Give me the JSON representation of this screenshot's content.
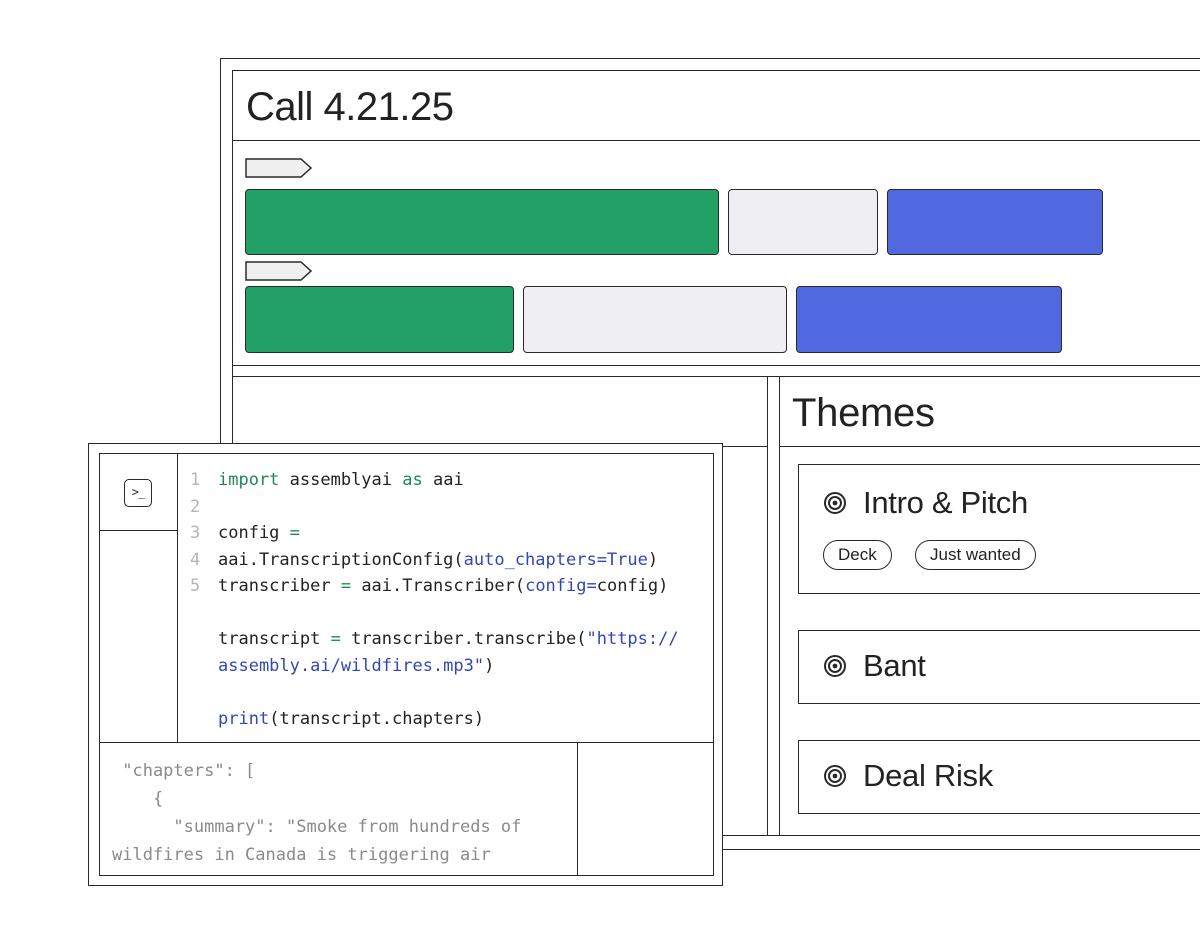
{
  "call": {
    "title": "Call 4.21.25"
  },
  "themes": {
    "title": "Themes",
    "items": [
      {
        "label": "Intro & Pitch",
        "icon": "target-icon",
        "chips": [
          "Deck",
          "Just wanted"
        ]
      },
      {
        "label": "Bant",
        "icon": "target-icon",
        "chips": []
      },
      {
        "label": "Deal Risk",
        "icon": "target-icon",
        "chips": []
      }
    ]
  },
  "timeline": {
    "colors": {
      "green": "#22a066",
      "gray": "#efeff3",
      "blue": "#5069e0"
    }
  },
  "code": {
    "terminal_icon": "terminal-icon",
    "line_numbers": [
      "1",
      "2",
      "3",
      "4",
      "5"
    ],
    "lines": {
      "l1_kw1": "import",
      "l1_mod": " assemblyai ",
      "l1_kw2": "as",
      "l1_alias": " aai",
      "l3_a": "config ",
      "l3_eq": "=",
      "l4_a": "aai.TranscriptionConfig(",
      "l4_arg": "auto_chapters=True",
      "l4_b": ")",
      "l5_a": "transcriber ",
      "l5_eq": "=",
      "l5_b": " aai.Transcriber(",
      "l5_arg": "config=",
      "l5_c": "config)",
      "l7_a": "transcript ",
      "l7_eq": "=",
      "l7_b": " transcriber.transcribe(",
      "l7_str1": "\"https://",
      "l8_str2": "assembly.ai/wildfires.mp3\"",
      "l8_b": ")",
      "l10_fn": "print",
      "l10_b": "(transcript.chapters)"
    }
  },
  "output": {
    "text": " \"chapters\": [\n    {\n      \"summary\": \"Smoke from hundreds of\nwildfires in Canada is triggering air"
  }
}
